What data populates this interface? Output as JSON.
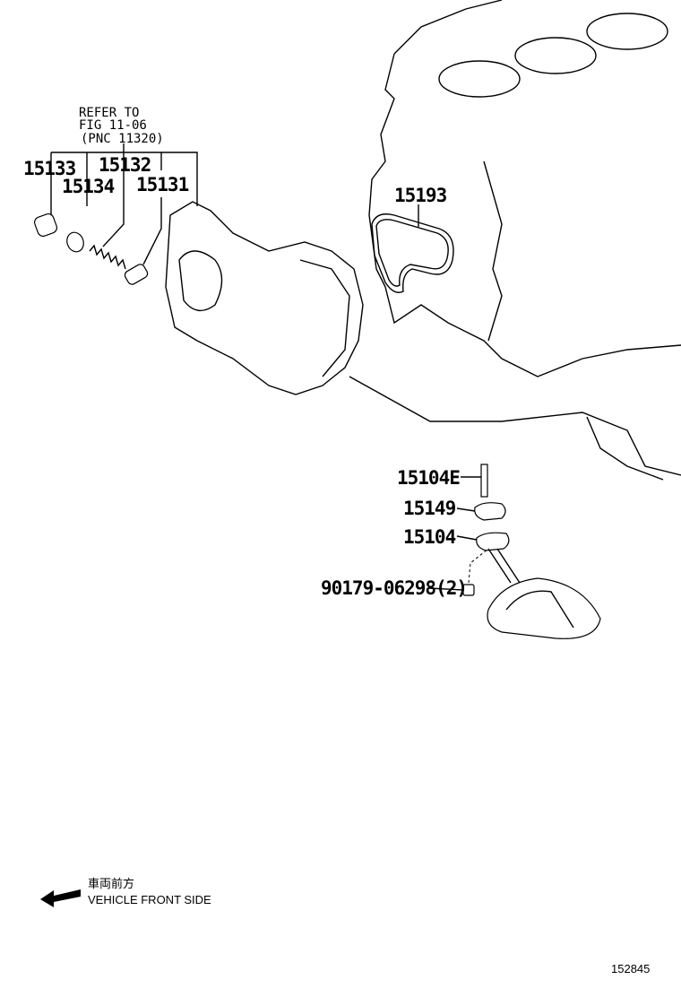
{
  "reference_note": {
    "line1": "REFER TO",
    "line2": "FIG 11-06",
    "line3": "(PNC 11320)"
  },
  "part_labels": {
    "p15133": "15133",
    "p15132": "15132",
    "p15134": "15134",
    "p15131": "15131",
    "p15193": "15193",
    "p15104E": "15104E",
    "p15149": "15149",
    "p15104": "15104",
    "p90179": "90179-06298(2)"
  },
  "orientation": {
    "japanese": "車両前方",
    "english": "VEHICLE FRONT SIDE",
    "icon": "arrow-left-icon"
  },
  "figure_number": "152845"
}
